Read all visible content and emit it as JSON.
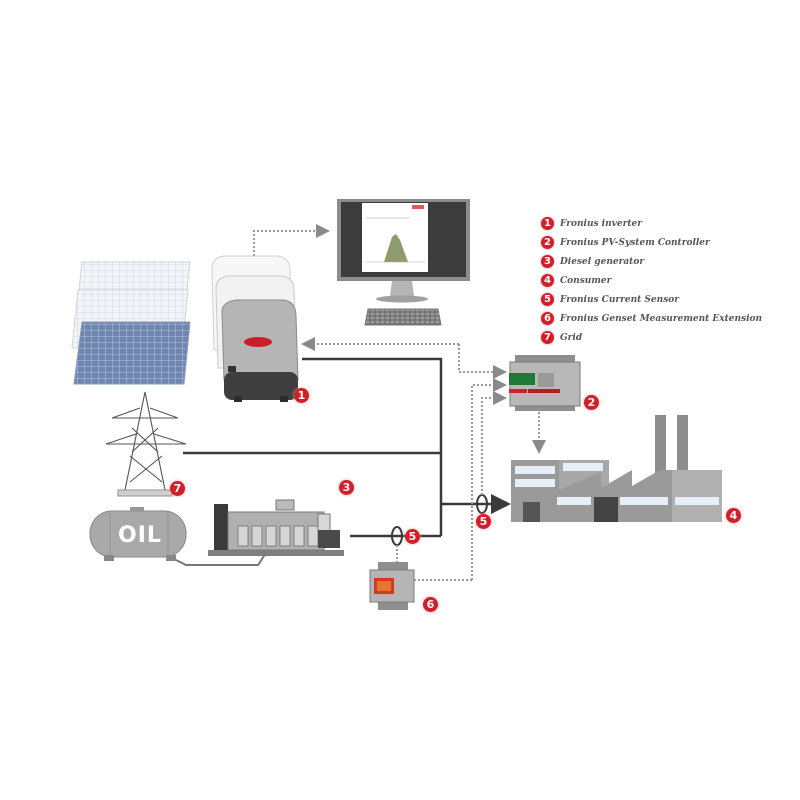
{
  "legend": [
    {
      "number": "1",
      "label": "Fronius inverter"
    },
    {
      "number": "2",
      "label": "Fronius PV-System Controller"
    },
    {
      "number": "3",
      "label": "Diesel generator"
    },
    {
      "number": "4",
      "label": "Consumer"
    },
    {
      "number": "5",
      "label": "Fronius Current Sensor"
    },
    {
      "number": "6",
      "label": "Fronius Genset Measurement Extension"
    },
    {
      "number": "7",
      "label": "Grid"
    }
  ],
  "callouts": {
    "inverter": "1",
    "controller": "2",
    "generator": "3",
    "consumer": "4",
    "sensor_generator": "5",
    "sensor_consumer": "5",
    "genset_extension": "6",
    "grid": "7"
  },
  "components": {
    "oil_tank_label": "OIL"
  },
  "colors": {
    "badge": "#d0202a",
    "line": "#3a3a3a",
    "dotted": "#9a9a9a",
    "device_gray": "#9c9c9c",
    "solar_blue": "#6f86b0",
    "controller_display": "#1f7a3a"
  }
}
